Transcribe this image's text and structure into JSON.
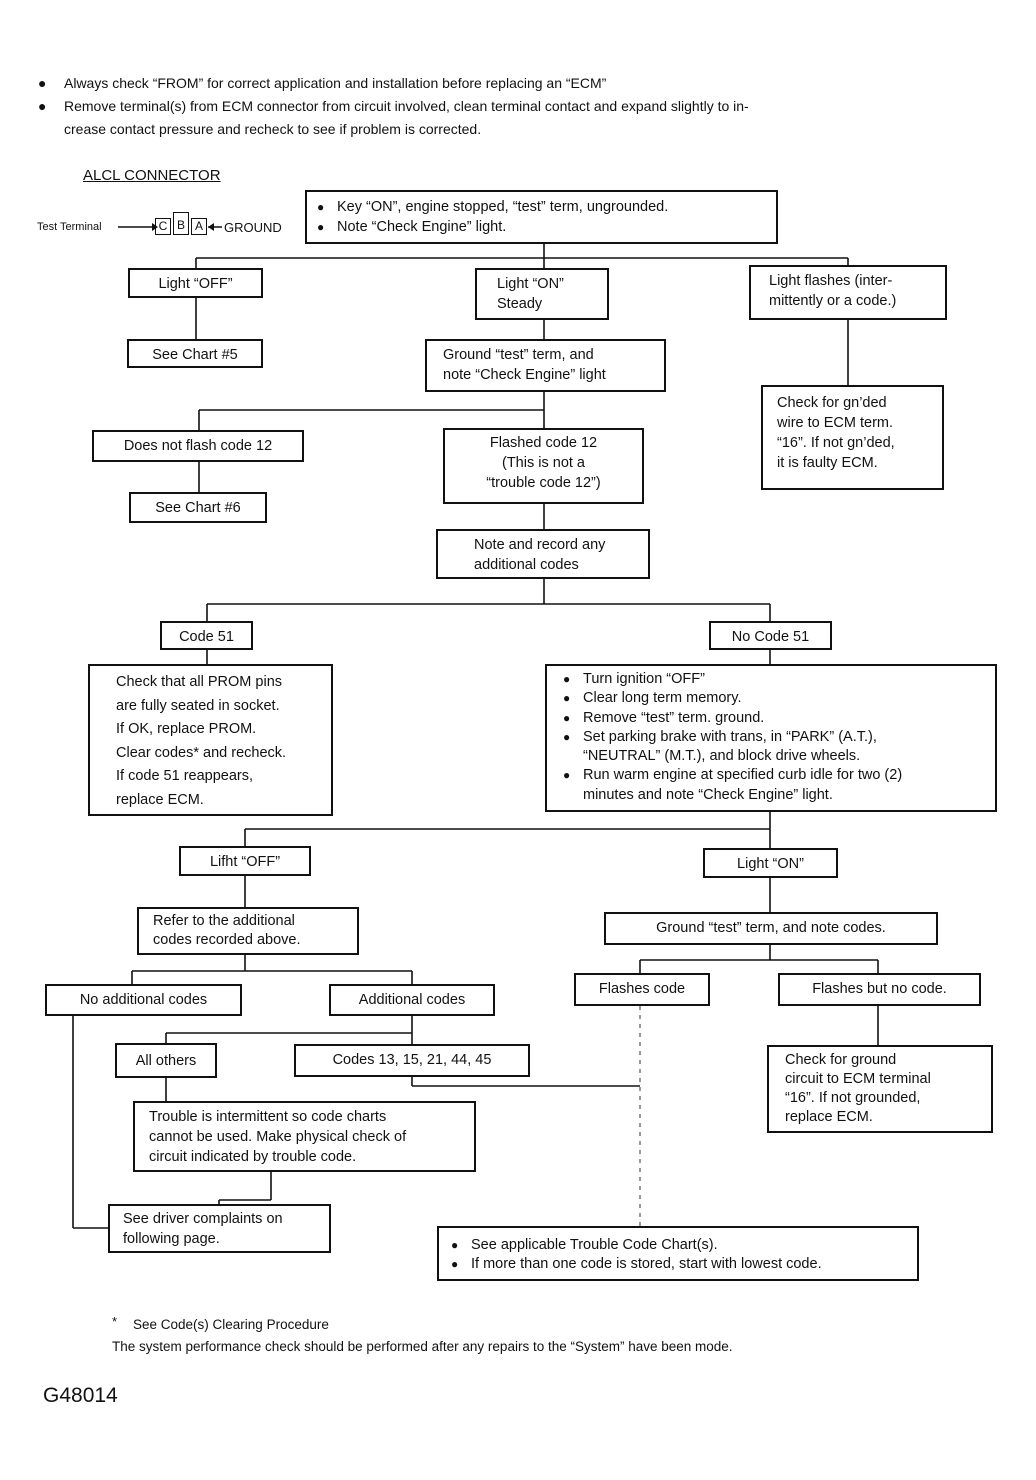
{
  "notes": [
    "Always check “FROM” for correct application and installation before replacing an “ECM”",
    "Remove terminal(s) from ECM connector from circuit involved, clean terminal contact and expand slightly to in-",
    "crease contact pressure and recheck to see if problem is corrected."
  ],
  "alcl": {
    "title": "ALCL CONNECTOR",
    "test_terminal": "Test Terminal",
    "pins": [
      "C",
      "B",
      "A"
    ],
    "ground": "GROUND"
  },
  "boxes": {
    "start": [
      "Key “ON”, engine stopped, “test” term, ungrounded.",
      "Note “Check Engine” light."
    ],
    "light_off": [
      "Light “OFF”"
    ],
    "light_on_steady": [
      "Light “ON”",
      "Steady"
    ],
    "light_flashes": [
      "Light flashes (inter-",
      "mittently or a code.)"
    ],
    "see_chart5": [
      "See Chart #5"
    ],
    "ground_test": [
      "Ground “test” term, and",
      "note “Check Engine” light"
    ],
    "check_gnded": [
      "Check for gn’ded",
      "wire to ECM term.",
      "“16”. If not gn’ded,",
      "it is faulty ECM."
    ],
    "no_flash12": [
      "Does not flash code 12"
    ],
    "flashed12": [
      "Flashed code 12",
      "(This is not a",
      "“trouble code 12”)"
    ],
    "see_chart6": [
      "See Chart #6"
    ],
    "note_record": [
      "Note and record any",
      "additional codes"
    ],
    "code51": [
      "Code 51"
    ],
    "no_code51": [
      "No Code 51"
    ],
    "prom": [
      "Check that all PROM pins",
      "are fully seated in socket.",
      "If OK, replace PROM.",
      "Clear codes* and recheck.",
      "If code 51 reappears,",
      "replace ECM."
    ],
    "ignition_steps": [
      "Turn ignition “OFF”",
      "Clear long term memory.",
      "Remove “test” term. ground.",
      "Set parking brake with trans, in “PARK” (A.T.),",
      "“NEUTRAL” (M.T.), and block drive wheels.",
      "Run warm engine at specified curb idle for two (2)",
      "minutes and note “Check Engine” light."
    ],
    "lifht_off": [
      "Lifht “OFF”"
    ],
    "light_on2": [
      "Light “ON”"
    ],
    "refer_codes": [
      "Refer to the additional",
      "codes recorded above."
    ],
    "ground_codes": [
      "Ground “test” term, and note codes."
    ],
    "no_additional": [
      "No additional codes"
    ],
    "additional": [
      "Additional codes"
    ],
    "flashes_code": [
      "Flashes code"
    ],
    "flashes_nocode": [
      "Flashes but no code."
    ],
    "all_others": [
      "All others"
    ],
    "codes_list": [
      "Codes 13, 15, 21, 44, 45"
    ],
    "check_ground": [
      "Check for ground",
      "circuit to ECM terminal",
      "“16”.  If not grounded,",
      "replace ECM."
    ],
    "intermittent": [
      "Trouble is intermittent so code charts",
      "cannot be used. Make physical check of",
      "circuit indicated by trouble code."
    ],
    "driver": [
      "See driver complaints on",
      "following page."
    ],
    "trouble_chart": [
      "See applicable Trouble Code Chart(s).",
      "If more than one code is stored, start with lowest code."
    ]
  },
  "footnote": "See Code(s) Clearing Procedure",
  "footnote_mark": "*",
  "footer_note": "The system performance check should be performed after any repairs to the “System” have been mode.",
  "figure_id": "G48014"
}
